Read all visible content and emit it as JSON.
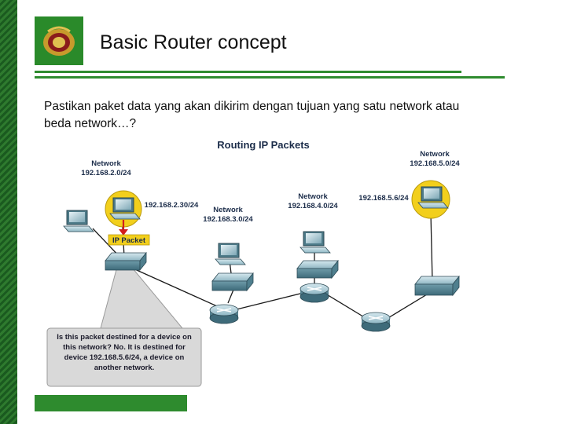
{
  "slide": {
    "title": "Basic Router concept",
    "body_lines": [
      "Pastikan paket data yang akan dikirim dengan tujuan yang satu network atau",
      "beda network…?"
    ],
    "accent_color": "#2e8b2e"
  },
  "diagram": {
    "title": "Routing IP Packets",
    "labels": {
      "net_2_word": "Network",
      "net_2_addr": "192.168.2.0/24",
      "host_2_addr": "192.168.2.30/24",
      "net_3_word": "Network",
      "net_3_addr": "192.168.3.0/24",
      "net_4_word": "Network",
      "net_4_addr": "192.168.4.0/24",
      "host_5_addr": "192.168.5.6/24",
      "net_5_word": "Network",
      "net_5_addr": "192.168.5.0/24",
      "packet": "IP Packet"
    },
    "callout_lines": [
      "Is this packet destined for a device on",
      "this network?  No.  It is destined for",
      "device 192.168.5.6/24, a device on",
      "another  network."
    ]
  }
}
